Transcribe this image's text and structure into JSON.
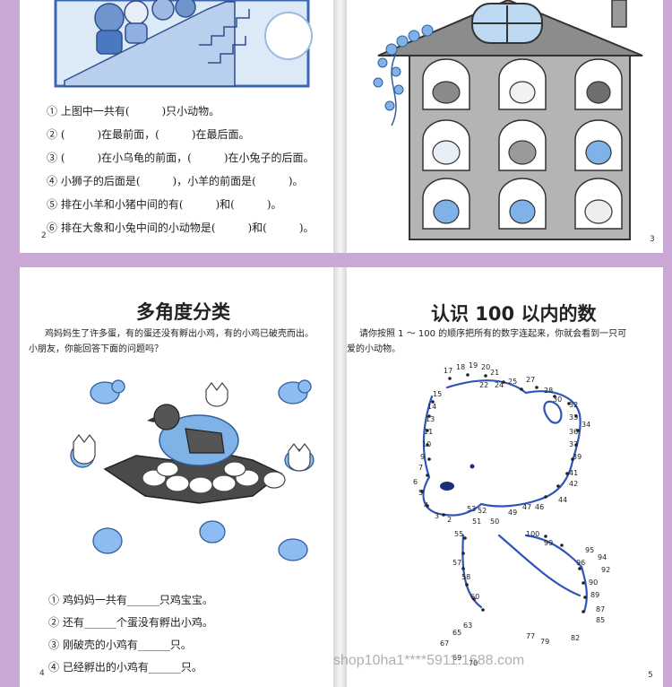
{
  "page2": {
    "number": "2",
    "questions": [
      "① 上图中一共有(　　　)只小动物。",
      "② (　　　)在最前面，(　　　)在最后面。",
      "③ (　　　)在小乌龟的前面，(　　　)在小兔子的后面。",
      "④ 小狮子的后面是(　　　)，小羊的前面是(　　　)。",
      "⑤ 排在小羊和小猪中间的有(　　　)和(　　　)。",
      "⑥ 排在大象和小兔中间的小动物是(　　　)和(　　　)。"
    ]
  },
  "page3": {
    "number": "3"
  },
  "page4": {
    "number": "4",
    "title": "多角度分类",
    "intro_line1": "鸡妈妈生了许多蛋，有的蛋还没有孵出小鸡，有的小鸡已破壳而出。",
    "intro_line2": "小朋友，你能回答下面的问题吗？",
    "questions": [
      "① 鸡妈妈一共有______只鸡宝宝。",
      "② 还有______个蛋没有孵出小鸡。",
      "③ 刚破壳的小鸡有______只。",
      "④ 已经孵出的小鸡有______只。"
    ]
  },
  "page5": {
    "number": "5",
    "title": "认识 100 以内的数",
    "intro_line1": "请你按照 1 ～ 100 的顺序把所有的数字连起来，你就会看到一只可",
    "intro_line2": "爱的小动物。"
  },
  "watermark": "shop10ha1****5911.1688.com",
  "colors": {
    "accent_blue": "#2f55b8",
    "light_blue": "#7fb2e6",
    "frame": "#c9a8d6"
  }
}
